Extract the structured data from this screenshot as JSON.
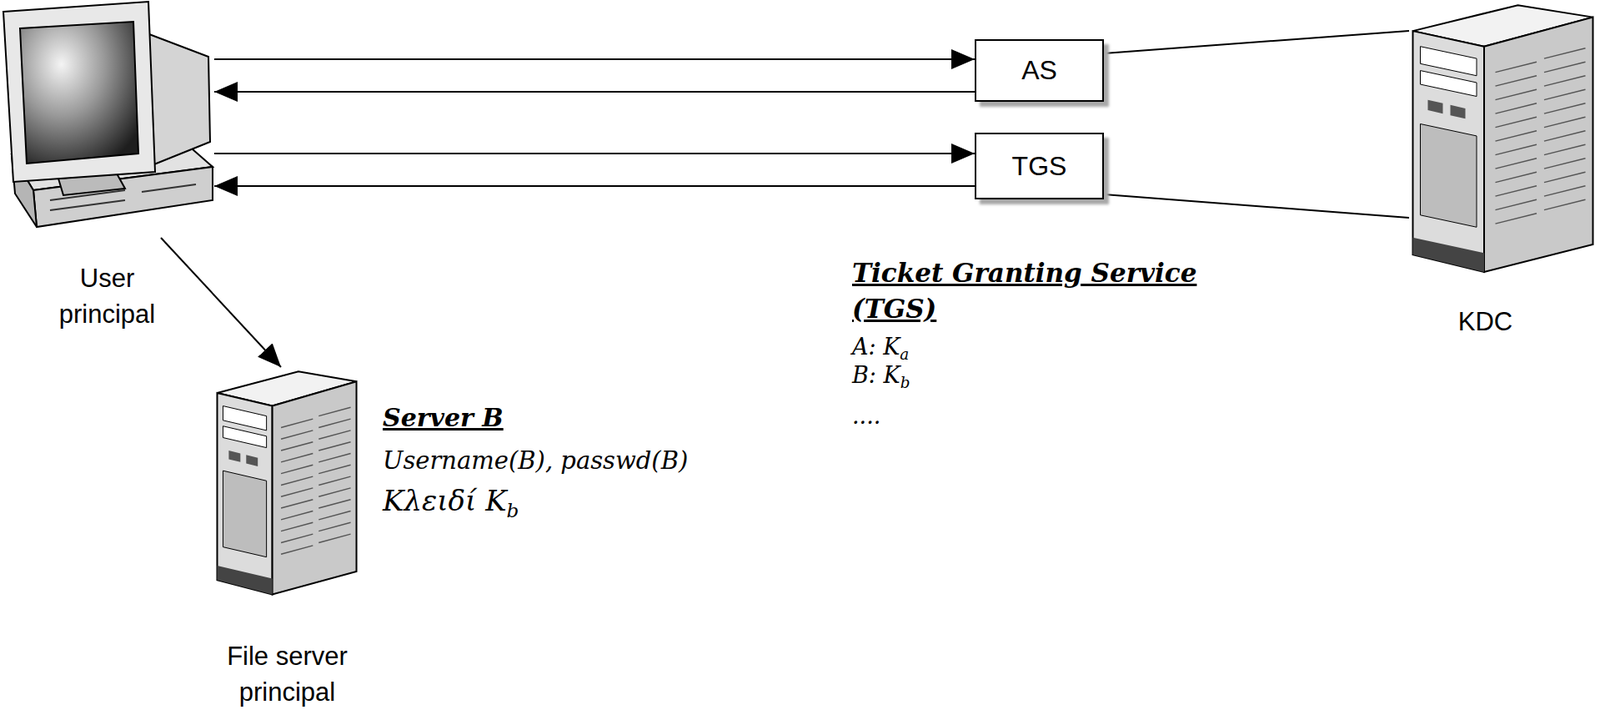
{
  "diagram": {
    "nodes": [
      {
        "text": [
          "User principal"
        ]
      },
      {
        "text": [
          "AS"
        ]
      },
      {
        "text": [
          "TGS"
        ]
      },
      {
        "text": [
          "KDC"
        ]
      },
      {
        "text": [
          "File server principal"
        ]
      }
    ],
    "edges": [
      {
        "from": 0,
        "to": 1,
        "arrow": "to"
      },
      {
        "from": 1,
        "to": 0,
        "arrow": "to"
      },
      {
        "from": 0,
        "to": 2,
        "arrow": "to"
      },
      {
        "from": 2,
        "to": 0,
        "arrow": "to"
      },
      {
        "from": 0,
        "to": 4,
        "arrow": "to"
      },
      {
        "from": 1,
        "to": 3,
        "arrow": "none"
      },
      {
        "from": 2,
        "to": 3,
        "arrow": "none"
      }
    ],
    "labels": [
      "Ticket Granting Service (TGS)",
      "A: Ka",
      "B: Kb",
      "....",
      "Server B",
      "Username(B), passwd(B)",
      "Κλειδί Kb"
    ]
  }
}
